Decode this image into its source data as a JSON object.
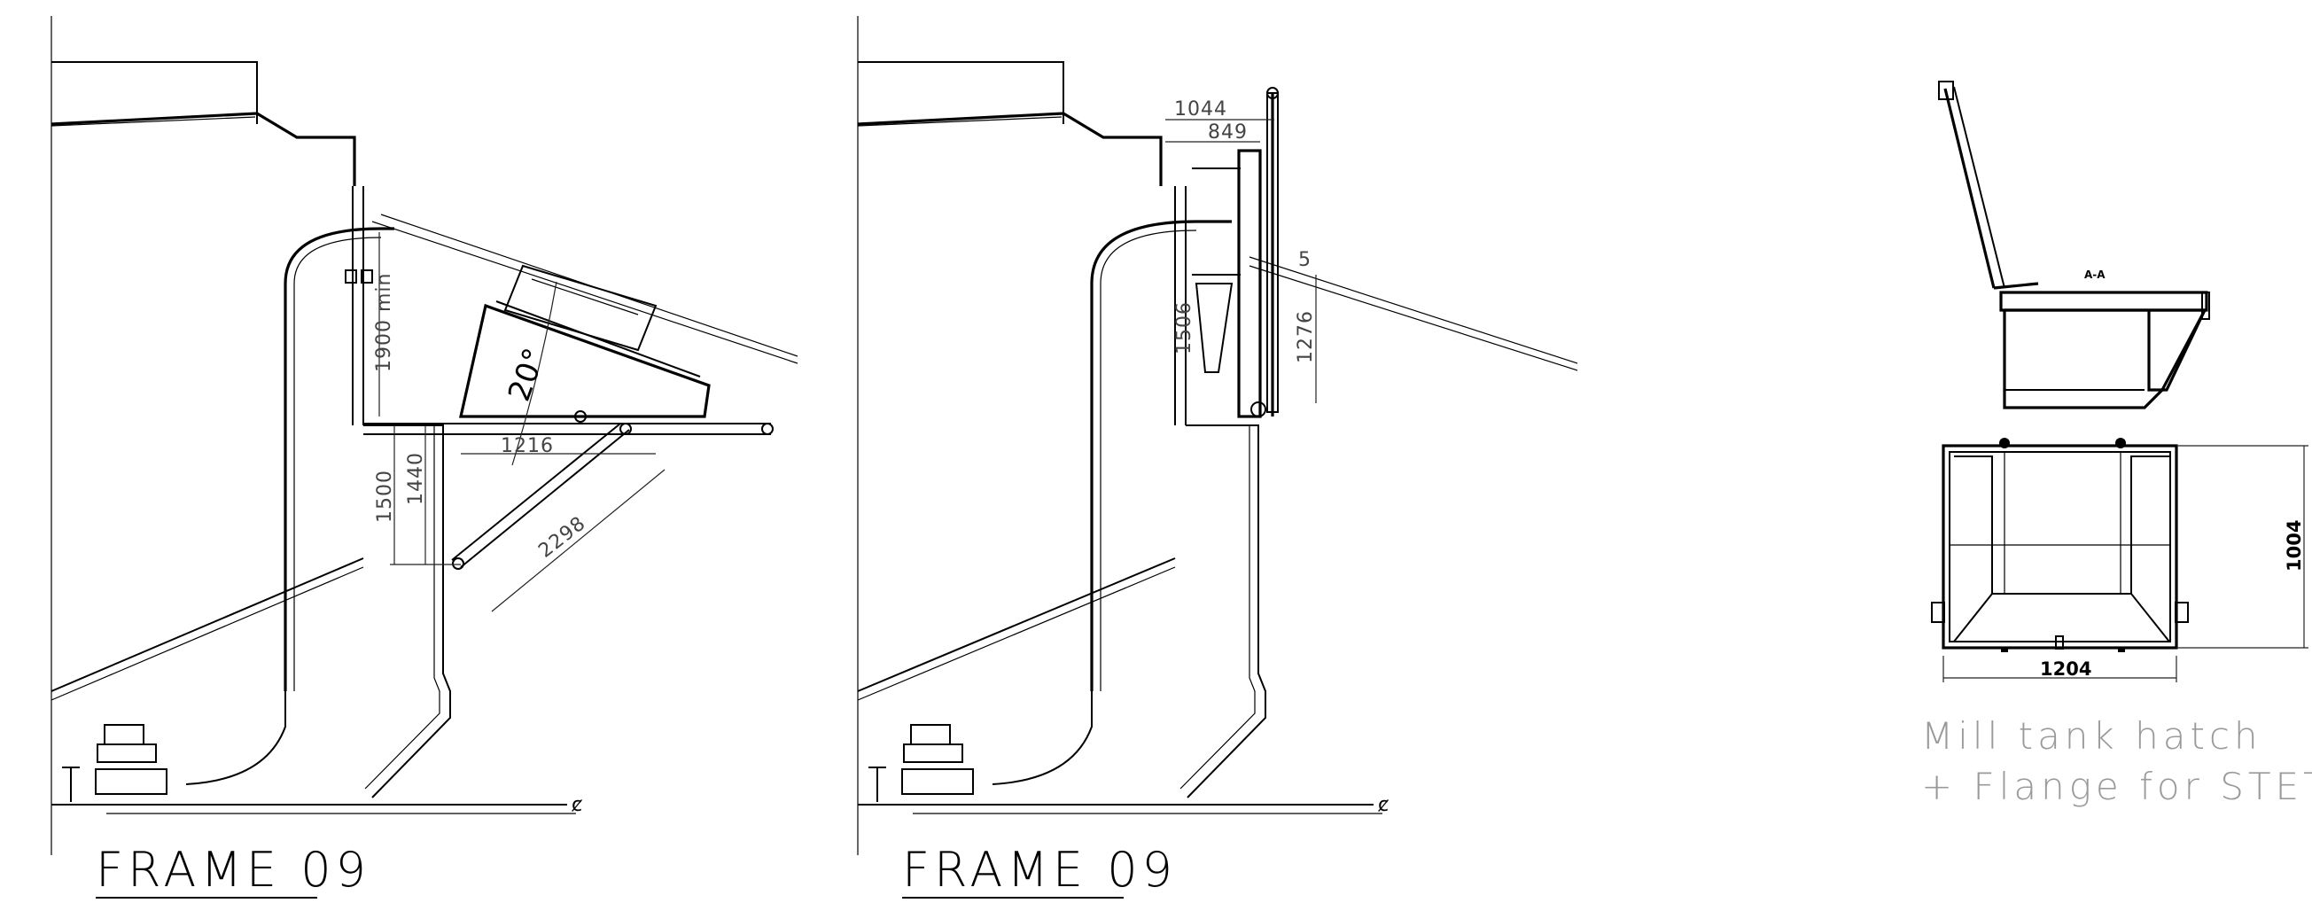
{
  "left_view": {
    "title": "FRAME 09",
    "dims": {
      "min_height": "1900 min",
      "angle": "20°",
      "d1216": "1216",
      "d1500": "1500",
      "d1440": "1440",
      "d2298": "2298"
    }
  },
  "middle_view": {
    "title": "FRAME 09",
    "dims": {
      "d1044": "1044",
      "d849": "849",
      "d5": "5",
      "d1276": "1276",
      "d1506": "1506"
    }
  },
  "right_view": {
    "section_mark": "A-A",
    "dims": {
      "width": "1204",
      "height": "1004"
    },
    "caption_line1": "Mill tank hatch",
    "caption_line2": "+ Flange for STETTE"
  },
  "colors": {
    "line": "#000000",
    "caption": "#9a9a9a",
    "background": "#ffffff"
  }
}
